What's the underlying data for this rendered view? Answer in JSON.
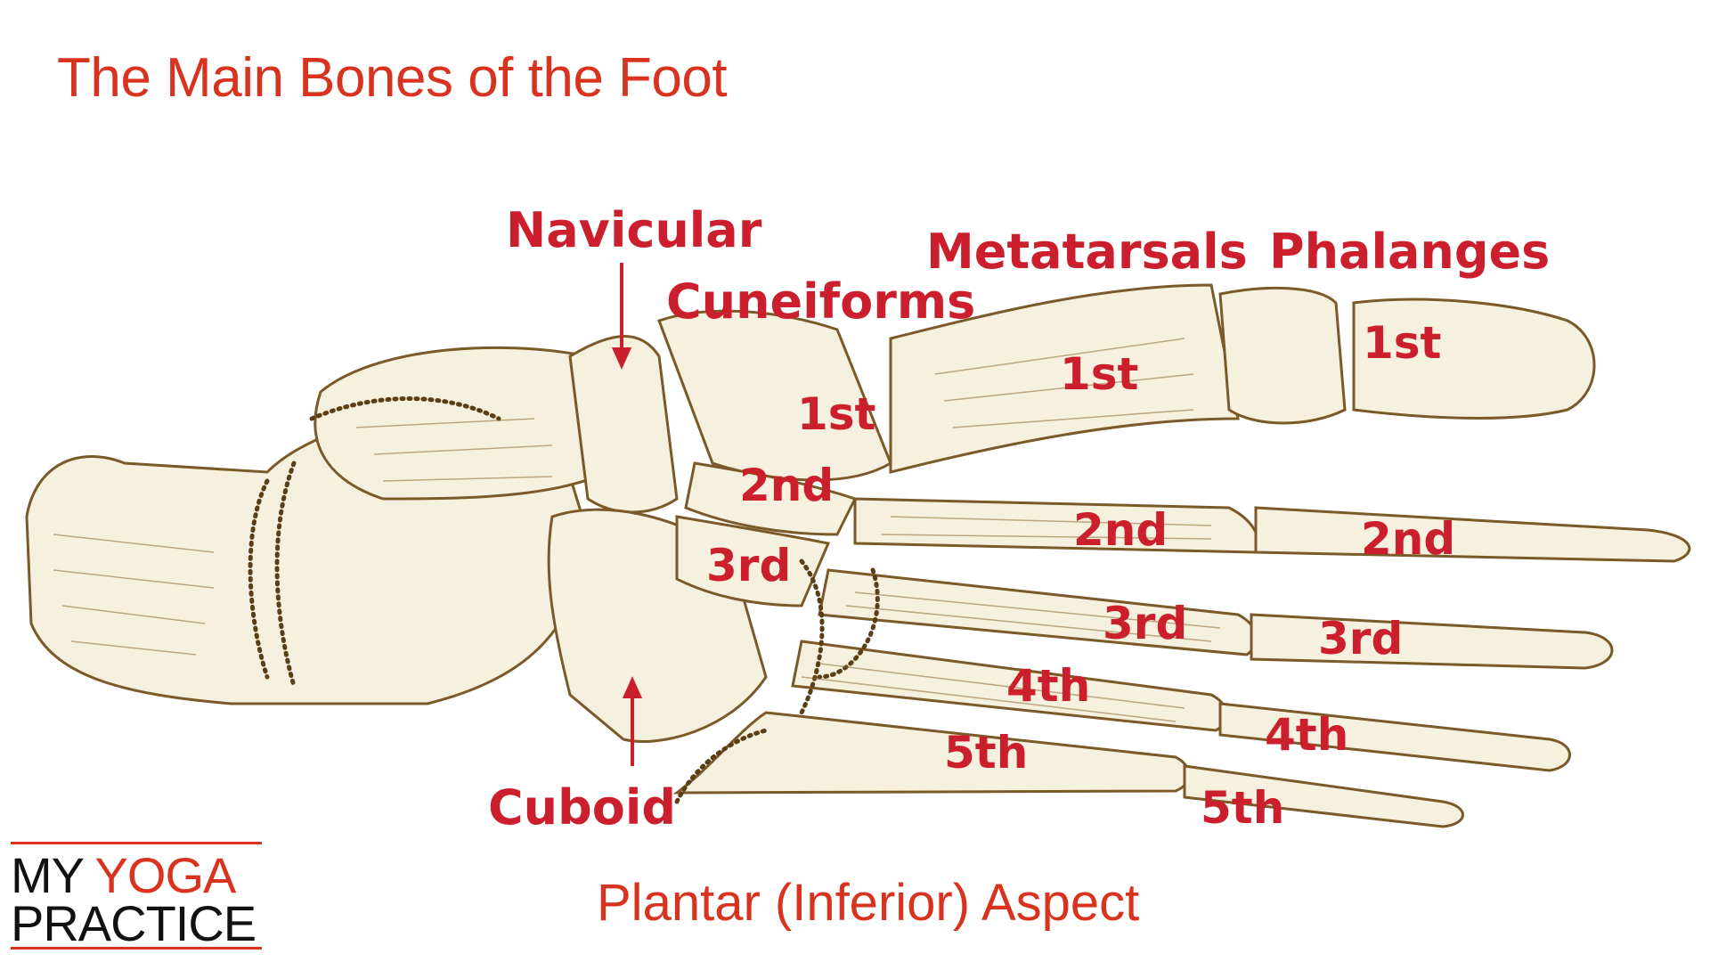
{
  "title": "The Main Bones of the Foot",
  "subtitle": "Plantar (Inferior) Aspect",
  "colors": {
    "title_red": "#d8331f",
    "label_red": "#cc1f2e",
    "bone_fill": "#f6f0de",
    "bone_shade": "#8a6a35"
  },
  "labels": {
    "navicular": "Navicular",
    "cuneiforms": "Cuneiforms",
    "metatarsals": "Metatarsals",
    "phalanges": "Phalanges",
    "cuboid": "Cuboid",
    "cune_1st": "1st",
    "cune_2nd": "2nd",
    "cune_3rd": "3rd",
    "meta_1st": "1st",
    "meta_2nd": "2nd",
    "meta_3rd": "3rd",
    "meta_4th": "4th",
    "meta_5th": "5th",
    "phal_1st": "1st",
    "phal_2nd": "2nd",
    "phal_3rd": "3rd",
    "phal_4th": "4th",
    "phal_5th": "5th"
  },
  "logo": {
    "my": "MY",
    "yoga": "YOGA",
    "practice": "PRACTICE"
  }
}
